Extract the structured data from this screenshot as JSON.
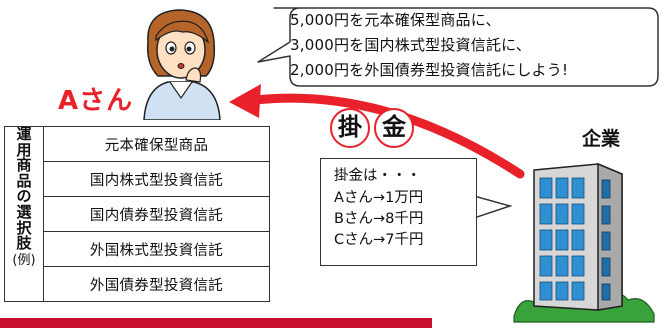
{
  "bubble": {
    "lines": [
      "5,000円を元本確保型商品に、",
      "3,000円を国内株式型投資信託に、",
      "2,000円を外国債券型投資信託にしよう!"
    ]
  },
  "person": {
    "name": "Aさん"
  },
  "kakekin_badge": [
    "掛",
    "金"
  ],
  "company": {
    "label": "企業"
  },
  "options": {
    "side_label_chars": [
      "運",
      "用",
      "商",
      "品",
      "の",
      "選",
      "択",
      "肢"
    ],
    "side_label_note": "(例)",
    "items": [
      "元本確保型商品",
      "国内株式型投資信託",
      "国内債券型投資信託",
      "外国株式型投資信託",
      "外国債券型投資信託"
    ]
  },
  "note": {
    "lines": [
      "掛金は・・・",
      "Aさん→1万円",
      "Bさん→8千円",
      "Cさん→7千円"
    ]
  },
  "colors": {
    "accent_red": "#e8212b",
    "bar_red": "#c8102e",
    "building_blue": "#2f8fd0",
    "grass_green": "#3aa23a"
  }
}
